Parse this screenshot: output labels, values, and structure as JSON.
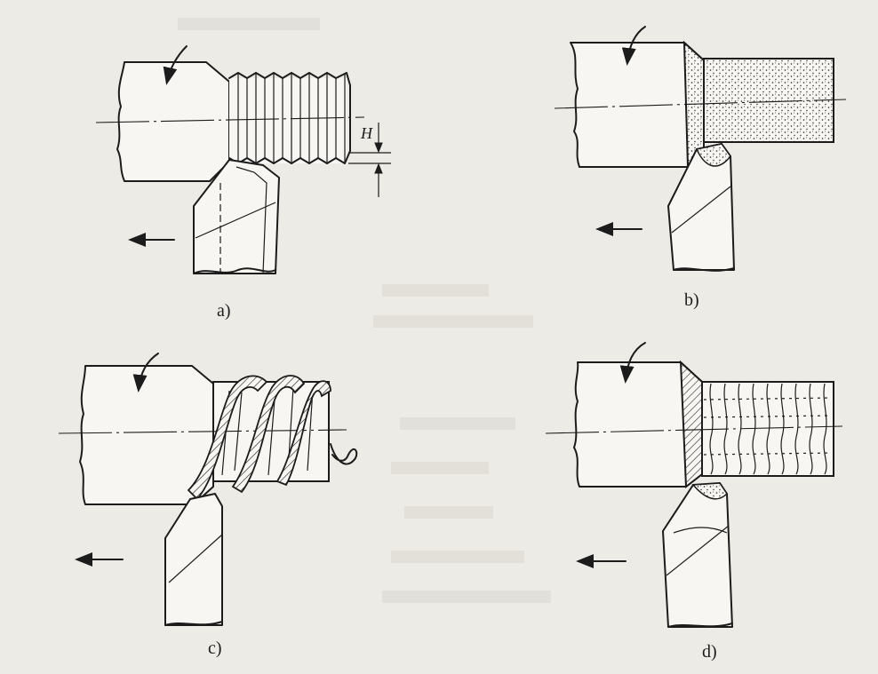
{
  "panels": [
    {
      "id": "a",
      "label": "a)",
      "type": "thread-cutting"
    },
    {
      "id": "b",
      "label": "b)",
      "type": "granular-chip"
    },
    {
      "id": "c",
      "label": "c)",
      "type": "continuous-chip"
    },
    {
      "id": "d",
      "label": "d)",
      "type": "segmented-chip"
    }
  ],
  "dimension_label": "H"
}
